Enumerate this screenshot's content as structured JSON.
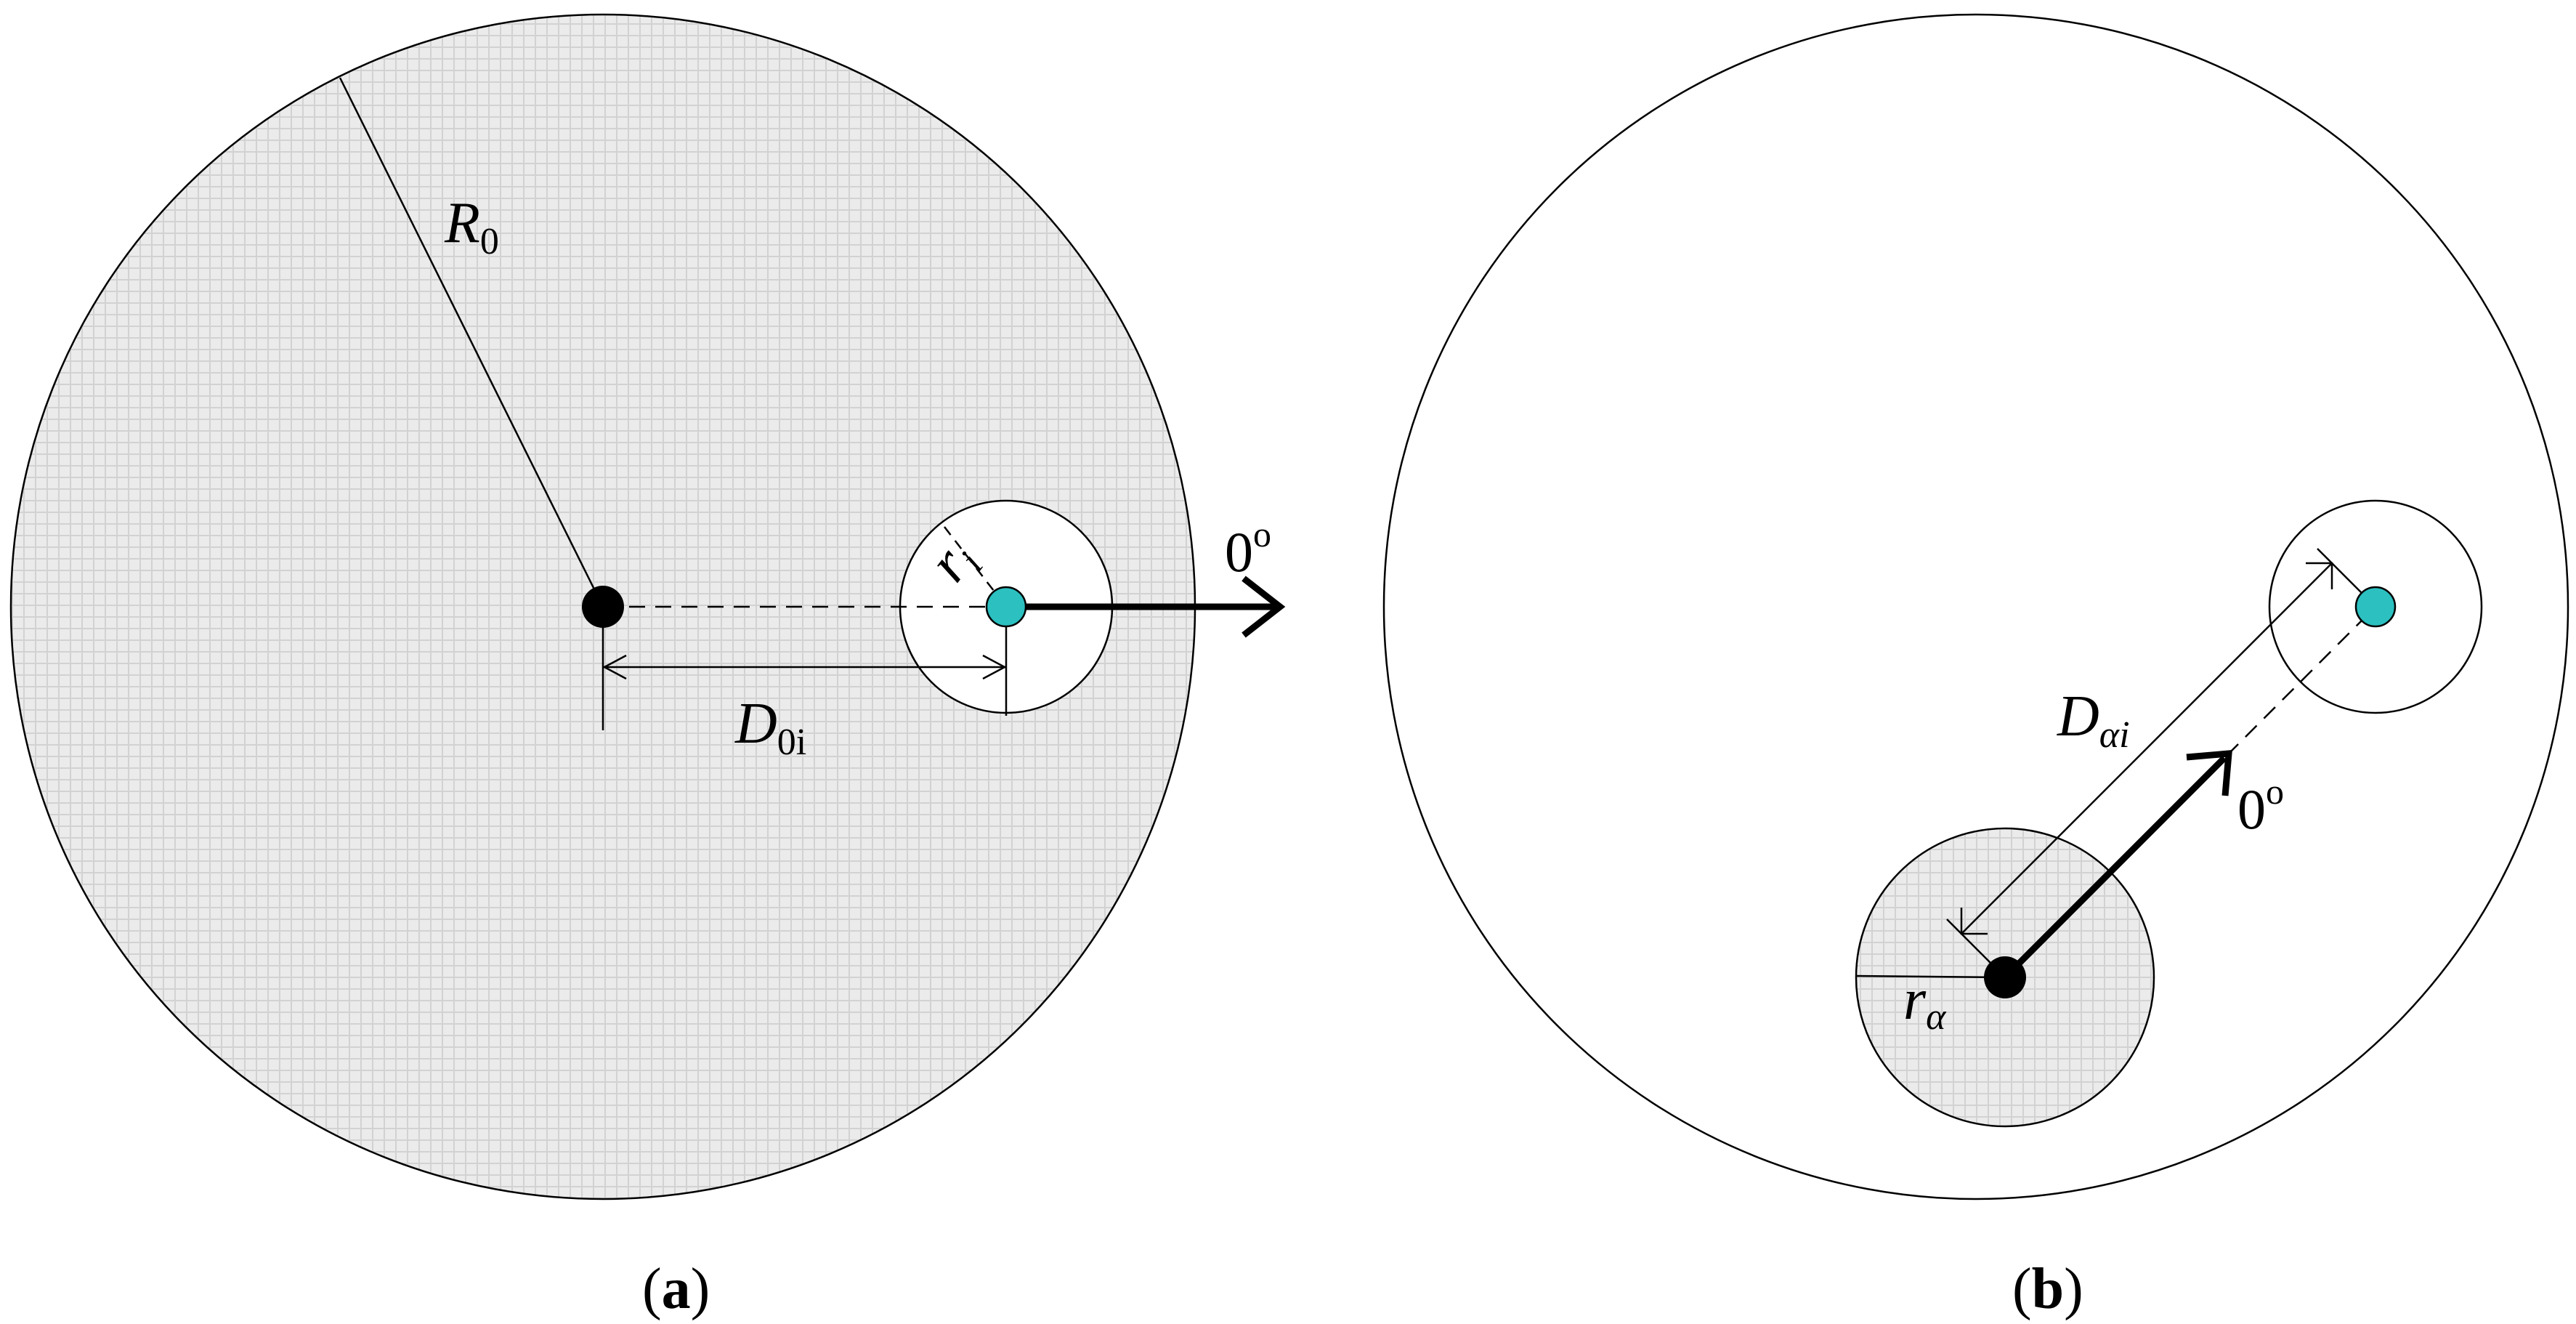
{
  "colors": {
    "hatch_fill": "#ebebeb",
    "hatch_grid": "#d2d2d2",
    "stroke": "#000000",
    "target_dot": "#2cc0c0",
    "background": "#ffffff"
  },
  "panel_a": {
    "label_R": "R",
    "label_R_sub": "0",
    "label_r": "r",
    "label_r_sub": "i",
    "label_D": "D",
    "label_D_sub": "0i",
    "angle_label": "0",
    "angle_unit": "o",
    "caption_open": "(",
    "caption_letter": "a",
    "caption_close": ")"
  },
  "panel_b": {
    "label_D": "D",
    "label_D_sub": "αi",
    "label_r": "r",
    "label_r_sub": "α",
    "angle_label": "0",
    "angle_unit": "o",
    "caption_open": "(",
    "caption_letter": "b",
    "caption_close": ")"
  }
}
